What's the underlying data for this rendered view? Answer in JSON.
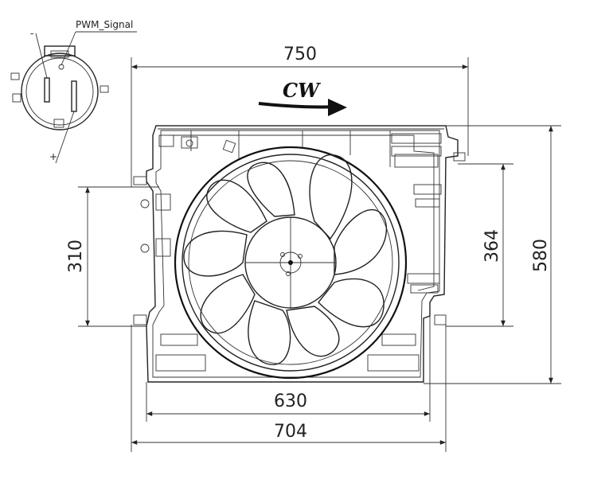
{
  "connector": {
    "signal_label": "PWM_Signal",
    "minus_label": "-",
    "plus_label": "+"
  },
  "rotation": {
    "label": "CW"
  },
  "dimensions": {
    "top_width": "750",
    "bottom_inner_width": "630",
    "bottom_outer_width": "704",
    "left_height": "310",
    "right_inner_height": "364",
    "right_outer_height": "580"
  }
}
